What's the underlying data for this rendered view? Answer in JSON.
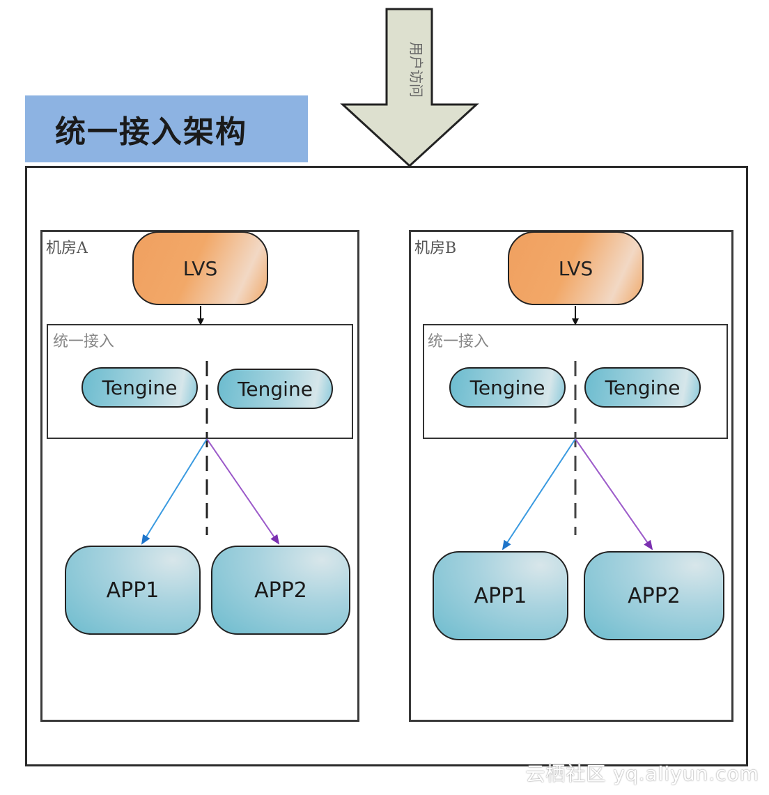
{
  "title": "统一接入架构",
  "entry_arrow": {
    "label": "用户访问",
    "fill": "#dde0cf"
  },
  "datacenters": [
    {
      "label": "机房A",
      "lvs": "LVS",
      "gateway_label": "统一接入",
      "tengines": [
        "Tengine",
        "Tengine"
      ],
      "apps": [
        "APP1",
        "APP2"
      ]
    },
    {
      "label": "机房B",
      "lvs": "LVS",
      "gateway_label": "统一接入",
      "tengines": [
        "Tengine",
        "Tengine"
      ],
      "apps": [
        "APP1",
        "APP2"
      ]
    }
  ],
  "colors": {
    "title_bg": "#8db3e2",
    "lvs": "#f0a060",
    "node": "#78c0d1",
    "arrow_app1": "#2e8fd8",
    "arrow_app2": "#8a3fbf"
  },
  "watermark": "云栖社区 yq.aliyun.com"
}
